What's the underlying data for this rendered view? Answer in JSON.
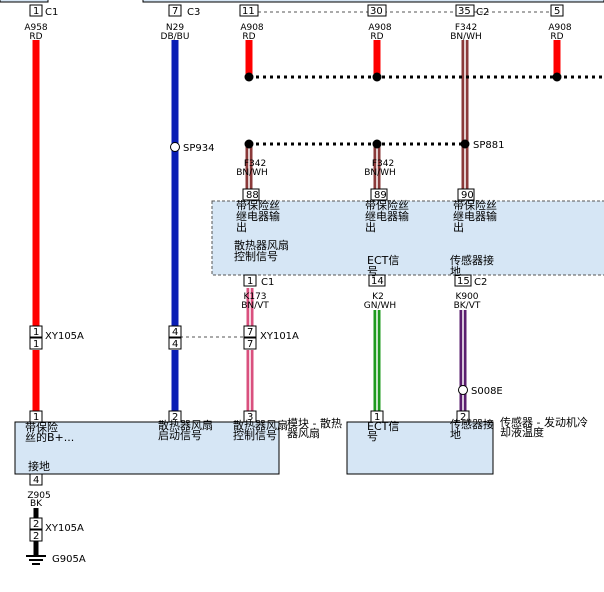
{
  "top_connectors": [
    {
      "pin": "1",
      "connector": "C1",
      "circuit": "A958",
      "color": "RD"
    },
    {
      "pin": "7",
      "connector": "C3",
      "circuit": "N29",
      "color": "DB/BU"
    },
    {
      "pin": "11",
      "connector": "",
      "circuit": "A908",
      "color": "RD"
    },
    {
      "pin": "30",
      "connector": "",
      "circuit": "A908",
      "color": "RD"
    },
    {
      "pin": "35",
      "connector": "C2",
      "circuit": "F342",
      "color": "BN/WH"
    },
    {
      "pin": "5",
      "connector": "",
      "circuit": "A908",
      "color": "RD"
    }
  ],
  "splices": {
    "sp934": "SP934",
    "sp881": "SP881",
    "s008e": "S008E"
  },
  "mid_wires": [
    {
      "circuit": "F342",
      "color": "BN/WH"
    },
    {
      "circuit": "F342",
      "color": "BN/WH"
    }
  ],
  "fuse_box": {
    "pins": [
      "88",
      "89",
      "90"
    ],
    "pin_label": "带保险丝\n继电器输\n出",
    "fan_label": "散热器风扇\n控制信号",
    "ect_label": "ECT信\n号",
    "sensor_gnd_label": "传感器接\n地",
    "bottom_pins": [
      {
        "pin": "1",
        "connector": "C1",
        "circuit": "K173",
        "color": "BN/VT"
      },
      {
        "pin": "14",
        "connector": "",
        "circuit": "K2",
        "color": "GN/WH"
      },
      {
        "pin": "15",
        "connector": "C2",
        "circuit": "K900",
        "color": "BK/VT"
      }
    ]
  },
  "inline_connectors": [
    {
      "pin": "1",
      "name": "XY105A"
    },
    {
      "pin": "4",
      "name": ""
    },
    {
      "pin": "7",
      "name": "XY101A"
    }
  ],
  "fan_module": {
    "pins": [
      "1",
      "2",
      "3",
      "4"
    ],
    "pin1_label": "带保险\n丝的B+...",
    "pin2_label": "散热器风扇\n启动信号",
    "pin3_label": "散热器风扇\n控制信号",
    "side_label": "模块 - 散热\n器风扇",
    "ground_label": "接地"
  },
  "ect_sensor": {
    "pins": [
      "1",
      "2"
    ],
    "pin1_label": "ECT信\n号",
    "pin2_label": "传感器接\n地",
    "side_label": "传感器 - 发动机冷\n却液温度"
  },
  "ground": {
    "circuit": "Z905",
    "color": "BK",
    "connector": "XY105A",
    "pin": "2",
    "ground_id": "G905A"
  }
}
